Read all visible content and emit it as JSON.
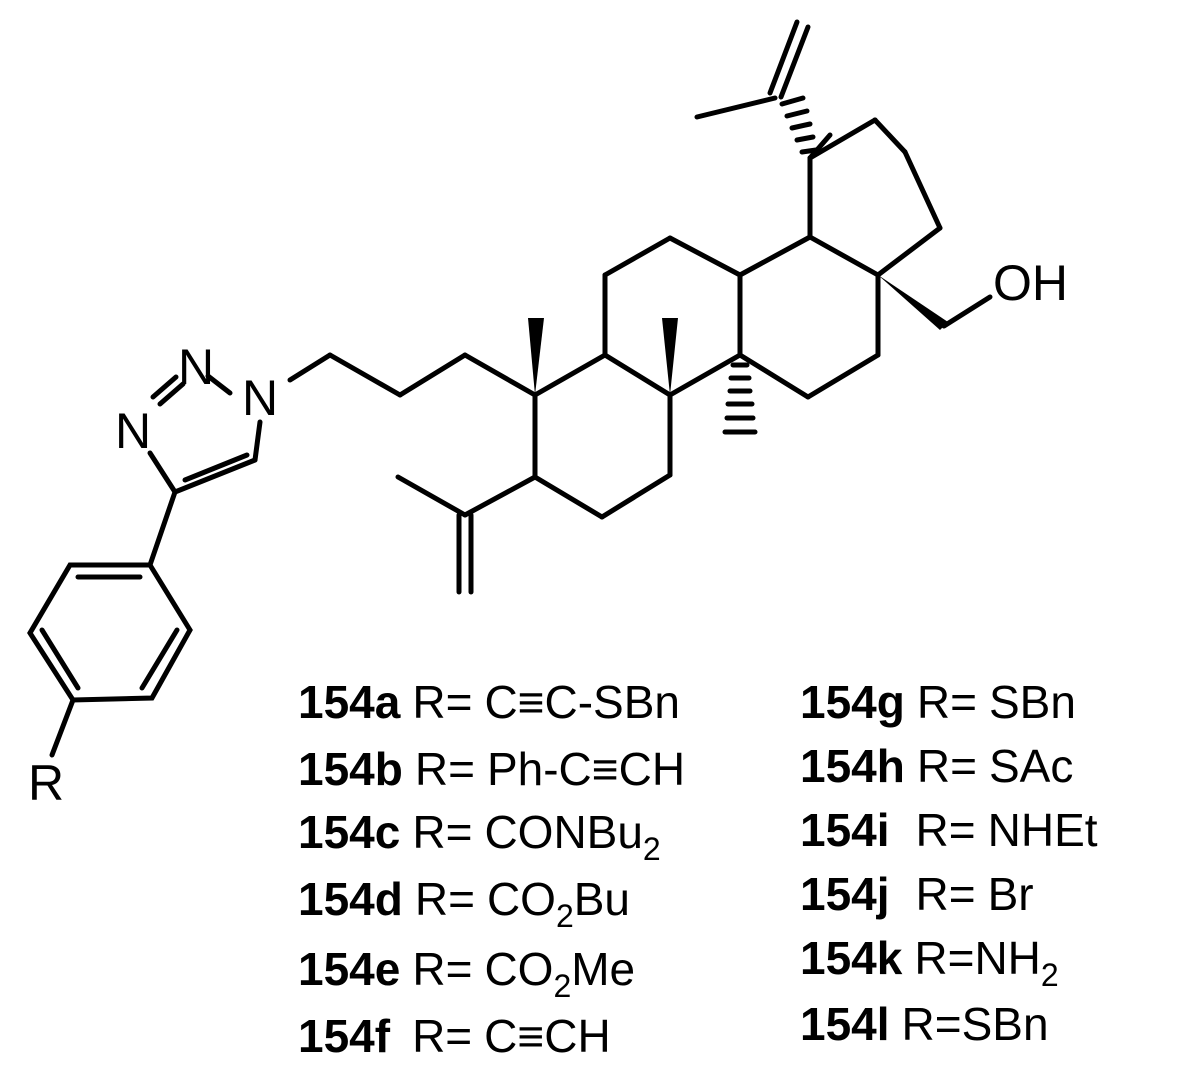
{
  "atoms": {
    "r": "R",
    "n1": "N",
    "n2": "N",
    "n3": "N",
    "oh": "OH"
  },
  "compounds": [
    {
      "id": "154a",
      "eq": "R=",
      "r": "C≡C-SBn",
      "sub": "",
      "tail": ""
    },
    {
      "id": "154b",
      "eq": "R=",
      "r": "Ph-C≡CH",
      "sub": "",
      "tail": ""
    },
    {
      "id": "154c",
      "eq": "R=",
      "r": "CONBu",
      "sub": "2",
      "tail": ""
    },
    {
      "id": "154d",
      "eq": "R=",
      "r": "CO",
      "sub": "2",
      "tail": "Bu"
    },
    {
      "id": "154e",
      "eq": "R=",
      "r": "CO",
      "sub": "2",
      "tail": "Me"
    },
    {
      "id": "154f",
      "eq": "R=",
      "r": "C≡CH",
      "sub": "",
      "tail": ""
    },
    {
      "id": "154g",
      "eq": "R=",
      "r": "SBn",
      "sub": "",
      "tail": ""
    },
    {
      "id": "154h",
      "eq": "R=",
      "r": "SAc",
      "sub": "",
      "tail": ""
    },
    {
      "id": "154i",
      "eq": "R=",
      "r": "NHEt",
      "sub": "",
      "tail": ""
    },
    {
      "id": "154j",
      "eq": "R=",
      "r": "Br",
      "sub": "",
      "tail": ""
    },
    {
      "id": "154k",
      "eq": "R=",
      "r": "NH",
      "sub": "2",
      "tail": ""
    },
    {
      "id": "154l",
      "eq": "R=",
      "r": "SBn",
      "sub": "",
      "tail": ""
    }
  ]
}
